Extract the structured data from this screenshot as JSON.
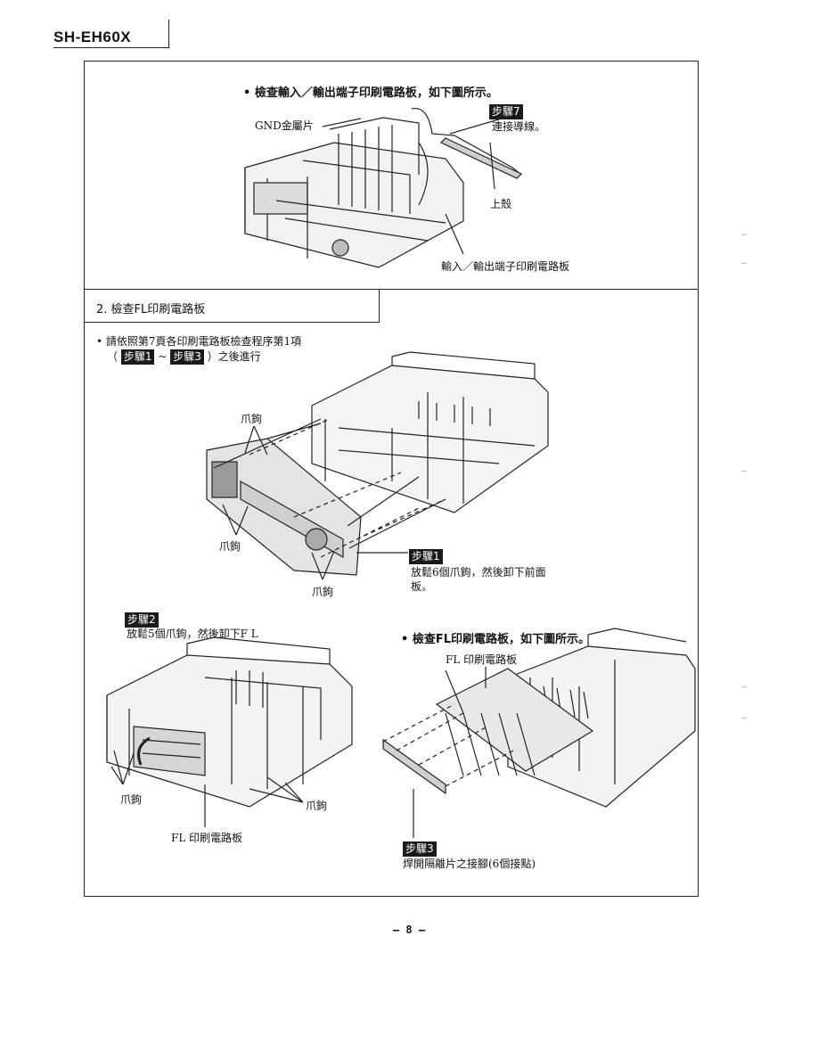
{
  "header": {
    "model": "SH-EH60X"
  },
  "section1": {
    "heading": "• 檢查輸入／輸出端子印刷電路板，如下圖所示。",
    "label_gnd": "GND金屬片",
    "step_badge": "步驟7",
    "step_text": "連接導線。",
    "label_cover": "上殼",
    "label_io_board": "輸入／輸出端子印刷電路板"
  },
  "section2": {
    "title": "2. 檢查FL印刷電路板",
    "instruction_line1": "• 請依照第7頁各印刷電路板檢查程序第1項",
    "instruction_open": "（",
    "badge_a": "步驟1",
    "tilde": "~",
    "badge_b": "步驟3",
    "instruction_close": "）之後進行",
    "hook_label": "爪鉤",
    "step1_badge": "步驟1",
    "step1_text_line1": "放鬆6個爪鉤，然後卸下前面",
    "step1_text_line2": "板。",
    "step2_badge": "步驟2",
    "step2_text": "放鬆5個爪鉤，然後卸下F L",
    "fl_board_label": "FL 印刷電路板",
    "right_heading": "• 檢查FL印刷電路板，如下圖所示。",
    "right_fl_label": "FL 印刷電路板",
    "step3_badge": "步驟3",
    "step3_text": "焊開隔離片之接腳(6個接點)"
  },
  "footer": {
    "page": "– 8 –"
  }
}
